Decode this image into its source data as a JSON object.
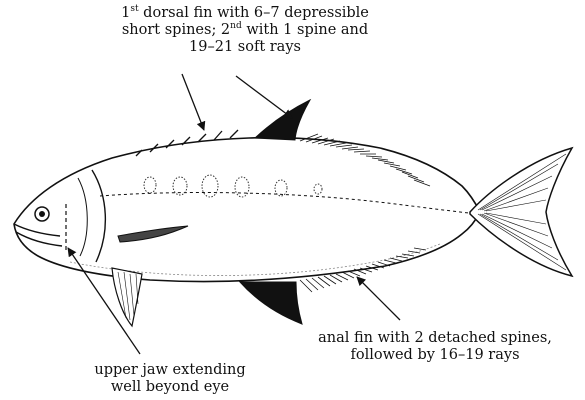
{
  "callouts": {
    "dorsal": {
      "line1_pre": "1",
      "line1_sup": "st",
      "line1_post": " dorsal fin with 6–7 depressible",
      "line2_pre": "short spines; 2",
      "line2_sup": "nd",
      "line2_post": " with 1 spine and",
      "line3": "19–21 soft rays"
    },
    "anal": {
      "line1": "anal fin with 2 detached spines,",
      "line2": "followed by 16–19 rays"
    },
    "jaw": {
      "line1": "upper jaw extending",
      "line2": "well beyond eye"
    }
  },
  "colors": {
    "ink": "#111111",
    "background": "#ffffff"
  }
}
